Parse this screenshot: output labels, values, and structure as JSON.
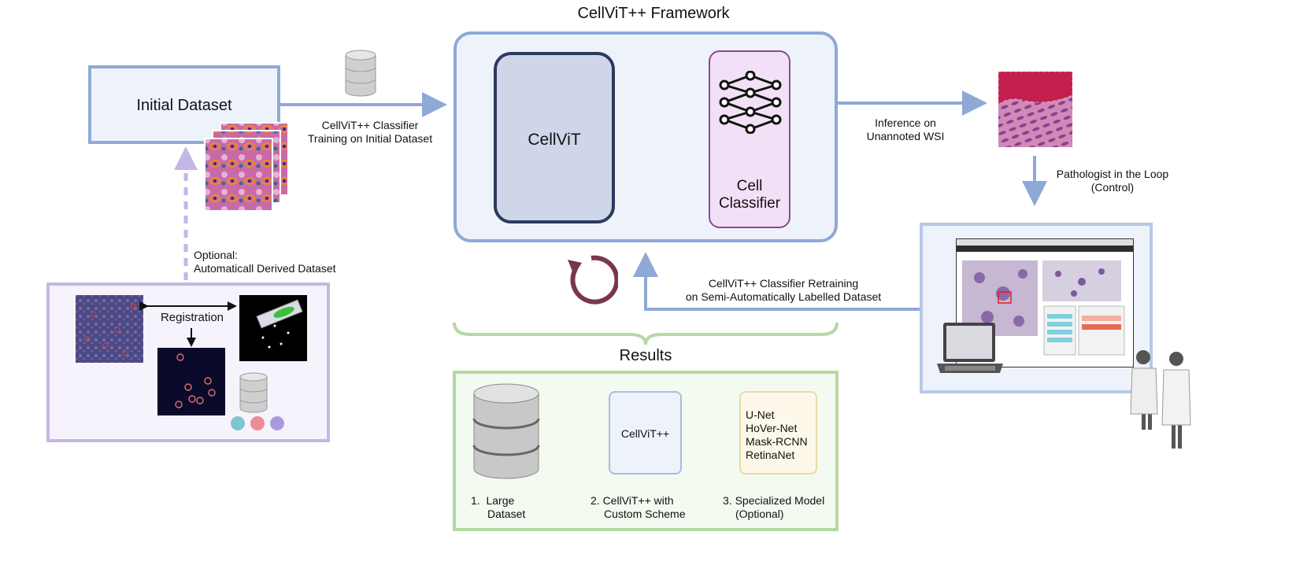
{
  "framework": {
    "title": "CellViT++ Framework",
    "cellvit_label": "CellViT",
    "classifier_label_line1": "Cell",
    "classifier_label_line2": "Classifier"
  },
  "initial_dataset": {
    "title": "Initial Dataset"
  },
  "arrows": {
    "training_line1": "CellViT++ Classifier",
    "training_line2": "Training on Initial Dataset",
    "inference_line1": "Inference on",
    "inference_line2": "Unannoted WSI",
    "pathologist_line1": "Pathologist in the Loop",
    "pathologist_line2": "(Control)",
    "retraining_line1": "CellViT++ Classifier Retraining",
    "retraining_line2": "on Semi-Automatically Labelled Dataset",
    "optional_line1": "Optional:",
    "optional_line2": "Automaticall Derived Dataset"
  },
  "derived_panel": {
    "registration_label": "Registration"
  },
  "results": {
    "title": "Results",
    "cellvit_pp_label": "CellViT++",
    "models": [
      "U-Net",
      "HoVer-Net",
      "Mask-RCNN",
      "RetinaNet"
    ],
    "item1_line1": "1.  Large",
    "item1_line2": "Dataset",
    "item2_line1": "2. CellViT++ with",
    "item2_line2": "Custom Scheme",
    "item3_line1": "3. Specialized Model",
    "item3_line2": "(Optional)"
  },
  "colors": {
    "frame_blue": "#8fa9d6",
    "frame_fill": "#eef3fb",
    "cellvit_border": "#2c3a5c",
    "cellvit_fill": "#cfd6ea",
    "classifier_border": "#8a4a8e",
    "classifier_fill": "#f2e0f6",
    "lavender": "#c4b6e6",
    "green_border": "#b5d9a2",
    "green_fill": "#f3faf0",
    "cycle": "#7a3552"
  },
  "icons": [
    "database-icon",
    "neural-network-icon",
    "refresh-cycle-icon",
    "laptop-icon",
    "pathologist-figures-icon",
    "tissue-slide-icon"
  ]
}
